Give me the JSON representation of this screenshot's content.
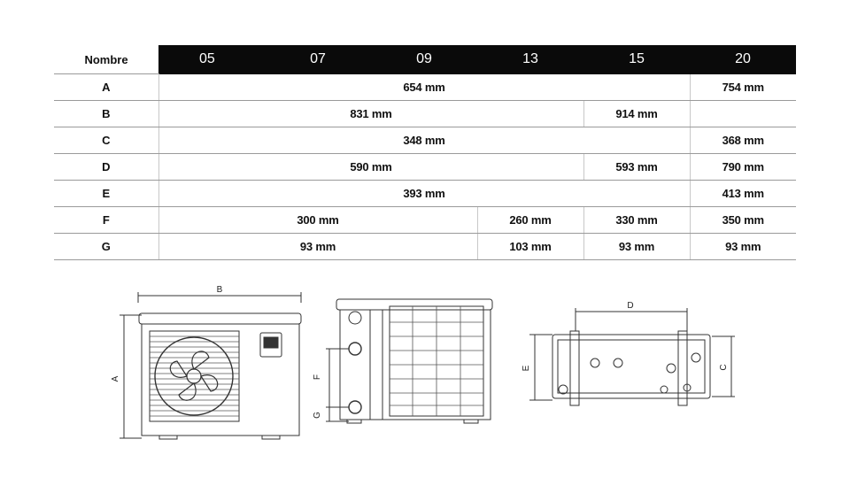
{
  "table": {
    "header_label": "Nombre",
    "models": [
      "05",
      "07",
      "09",
      "13",
      "15",
      "20"
    ],
    "rows": [
      {
        "label": "A",
        "cells": [
          {
            "text": "654 mm",
            "span": 5
          },
          {
            "text": "754 mm",
            "span": 1
          }
        ]
      },
      {
        "label": "B",
        "cells": [
          {
            "text": "831 mm",
            "span": 4
          },
          {
            "text": "914 mm",
            "span": 1
          },
          {
            "text": "",
            "span": 1
          }
        ]
      },
      {
        "label": "C",
        "cells": [
          {
            "text": "348 mm",
            "span": 5
          },
          {
            "text": "368 mm",
            "span": 1
          }
        ]
      },
      {
        "label": "D",
        "cells": [
          {
            "text": "590 mm",
            "span": 4
          },
          {
            "text": "593 mm",
            "span": 1
          },
          {
            "text": "790 mm",
            "span": 1
          }
        ]
      },
      {
        "label": "E",
        "cells": [
          {
            "text": "393 mm",
            "span": 5
          },
          {
            "text": "413 mm",
            "span": 1
          }
        ]
      },
      {
        "label": "F",
        "cells": [
          {
            "text": "300 mm",
            "span": 3
          },
          {
            "text": "260 mm",
            "span": 1
          },
          {
            "text": "330 mm",
            "span": 1
          },
          {
            "text": "350 mm",
            "span": 1
          }
        ]
      },
      {
        "label": "G",
        "cells": [
          {
            "text": "93 mm",
            "span": 3
          },
          {
            "text": "103 mm",
            "span": 1
          },
          {
            "text": "93 mm",
            "span": 1
          },
          {
            "text": "93 mm",
            "span": 1
          }
        ]
      }
    ]
  },
  "drawings": {
    "front": {
      "label_a": "A",
      "label_b": "B"
    },
    "side": {
      "label_f": "F",
      "label_g": "G"
    },
    "top": {
      "label_c": "C",
      "label_d": "D",
      "label_e": "E"
    }
  },
  "colors": {
    "header_bg": "#0a0a0a",
    "header_text": "#ffffff",
    "rule": "#9a9a9a",
    "line_art": "#333333"
  }
}
